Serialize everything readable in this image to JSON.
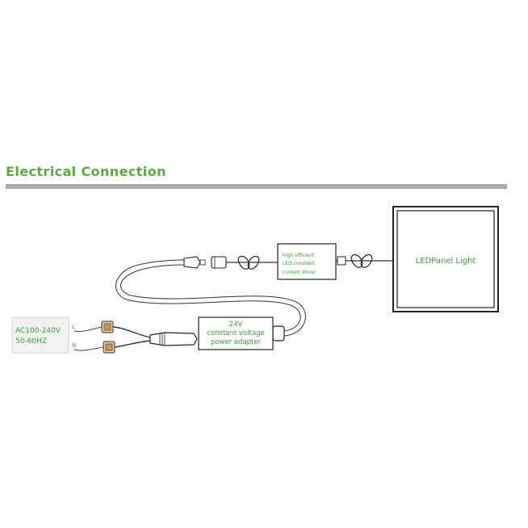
{
  "heading": "Electrical Connection",
  "colors": {
    "heading": "#5aab3c",
    "label": "#3f9b3f",
    "rule": "#a8a8a8",
    "line": "#222222"
  },
  "labels": {
    "ac_line1": "AC100-240V",
    "ac_line2": "50-60HZ",
    "wire_l": "L",
    "wire_n": "N",
    "adapter_line1": "24V",
    "adapter_line2": "constant voltage",
    "adapter_line3": "power adapter",
    "driver_line1": "high efficient",
    "driver_line2": "LED constant",
    "driver_line3": "current driver",
    "panel": "LEDPanel Light"
  }
}
